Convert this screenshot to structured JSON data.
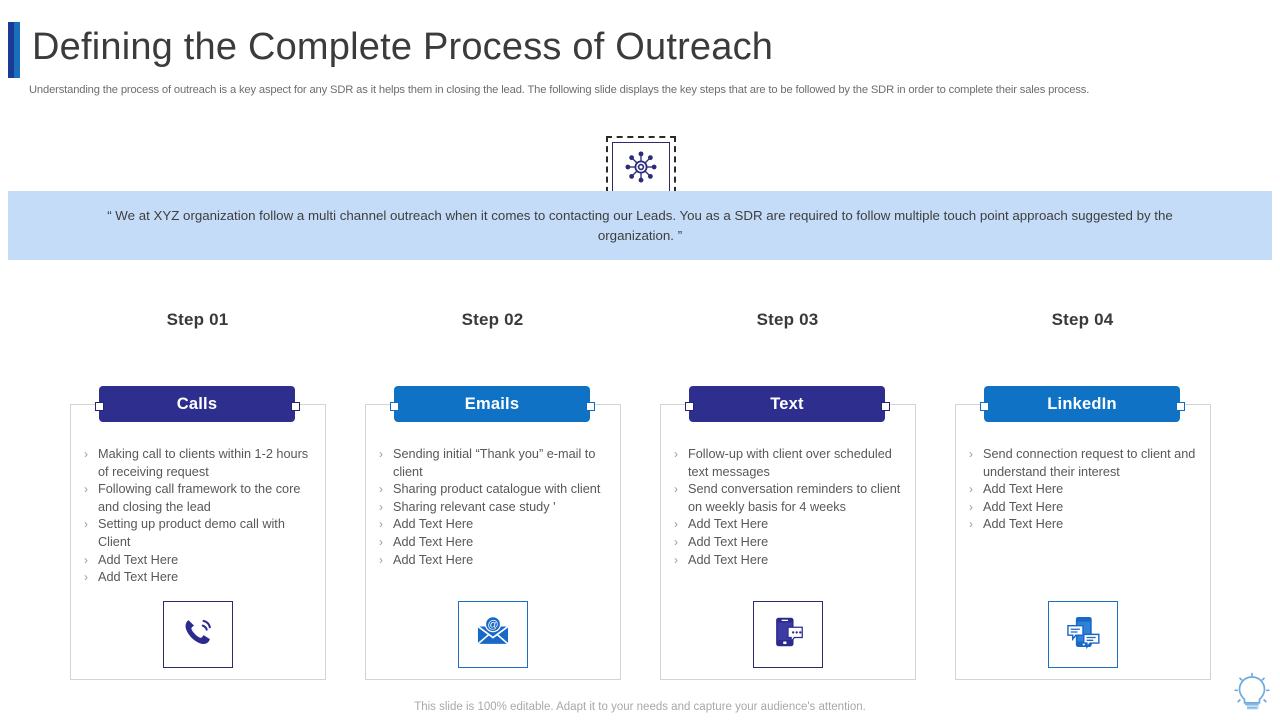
{
  "header": {
    "title": "Defining the Complete Process of Outreach",
    "subtitle": "Understanding the process of outreach is a key aspect for any SDR as it helps them in closing the lead. The following slide displays the key steps that are to be followed by the SDR in order to complete their sales process.",
    "accent_color_dark": "#1b3a93",
    "accent_color_light": "#1a6fbd"
  },
  "hub": {
    "icon": "network-hub-icon"
  },
  "quote": {
    "text": "“ We at XYZ  organization follow a multi channel outreach when it comes to contacting our Leads. You as a SDR are required to follow multiple touch point approach suggested by the organization.  ”",
    "background": "#c4dcf7"
  },
  "steps": [
    {
      "step_label": "Step 01",
      "title": "Calls",
      "header_color": "#2e2e8f",
      "icon": "phone-call-icon",
      "icon_color": "#2b2b8f",
      "bullets": [
        "Making  call to clients within 1-2 hours of receiving request",
        "Following call framework to the core and closing the lead",
        "Setting up product demo call with Client",
        "Add Text Here",
        "Add Text Here"
      ]
    },
    {
      "step_label": "Step 02",
      "title": "Emails",
      "header_color": "#1072c4",
      "icon": "email-at-envelope-icon",
      "icon_color": "#1072c4",
      "bullets": [
        "Sending initial  “Thank you” e-mail to client",
        "Sharing product catalogue with client",
        "Sharing relevant case study '",
        "Add Text Here",
        "Add Text Here",
        "Add Text Here"
      ]
    },
    {
      "step_label": "Step 03",
      "title": "Text",
      "header_color": "#2e2e8f",
      "icon": "phone-chat-bubble-icon",
      "icon_color": "#2b2b8f",
      "bullets": [
        "Follow-up with client over scheduled text messages",
        "Send conversation reminders to client on weekly basis for 4 weeks",
        "Add Text Here",
        "Add Text Here",
        "Add Text Here"
      ]
    },
    {
      "step_label": "Step 04",
      "title": "LinkedIn",
      "header_color": "#1072c4",
      "icon": "phone-two-chat-bubbles-icon",
      "icon_color": "#1072c4",
      "bullets": [
        "Send connection request to client and understand their interest",
        "Add Text Here",
        "Add Text Here",
        "Add Text Here"
      ]
    }
  ],
  "footer": {
    "note": "This slide is 100% editable. Adapt it to your needs and capture your audience's attention.",
    "badge_icon": "lightbulb-gear-icon"
  }
}
